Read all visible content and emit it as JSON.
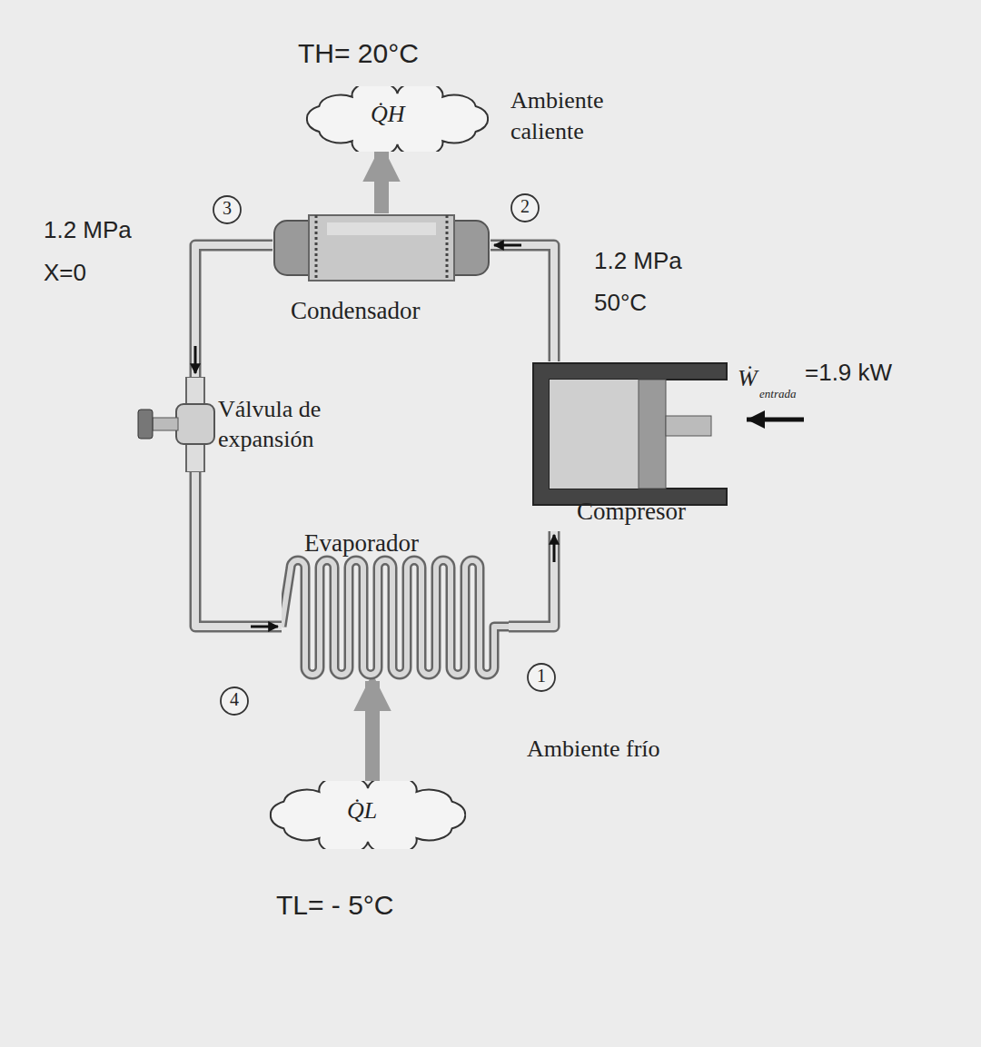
{
  "diagram": {
    "nodes": [
      {
        "text": [
          "Q̇H"
        ]
      },
      {
        "text": [
          "Condensador"
        ]
      },
      {
        "text": [
          "Válvula de expansión"
        ]
      },
      {
        "text": [
          "Compresor"
        ]
      },
      {
        "text": [
          "Evaporador"
        ]
      },
      {
        "text": [
          "Q̇L"
        ]
      },
      {
        "text": [
          "3"
        ]
      },
      {
        "text": [
          "2"
        ]
      },
      {
        "text": [
          "4"
        ]
      },
      {
        "text": [
          "1"
        ]
      }
    ],
    "edges": [
      {
        "from": 3,
        "to": 1,
        "arrow": "to"
      },
      {
        "from": 1,
        "to": 2,
        "arrow": "to"
      },
      {
        "from": 2,
        "to": 4,
        "arrow": "to"
      },
      {
        "from": 4,
        "to": 3,
        "arrow": "to"
      },
      {
        "from": 1,
        "to": 0,
        "arrow": "to"
      },
      {
        "from": 5,
        "to": 4,
        "arrow": "to"
      }
    ],
    "labels": [
      "TH= 20°C",
      "Ambiente caliente",
      "1.2 MPa",
      "X=0",
      "1.2 MPa",
      "50°C",
      "Ẇ",
      "entrada",
      "=1.9 kW",
      "Ambiente frío",
      "TL= - 5°C"
    ]
  }
}
